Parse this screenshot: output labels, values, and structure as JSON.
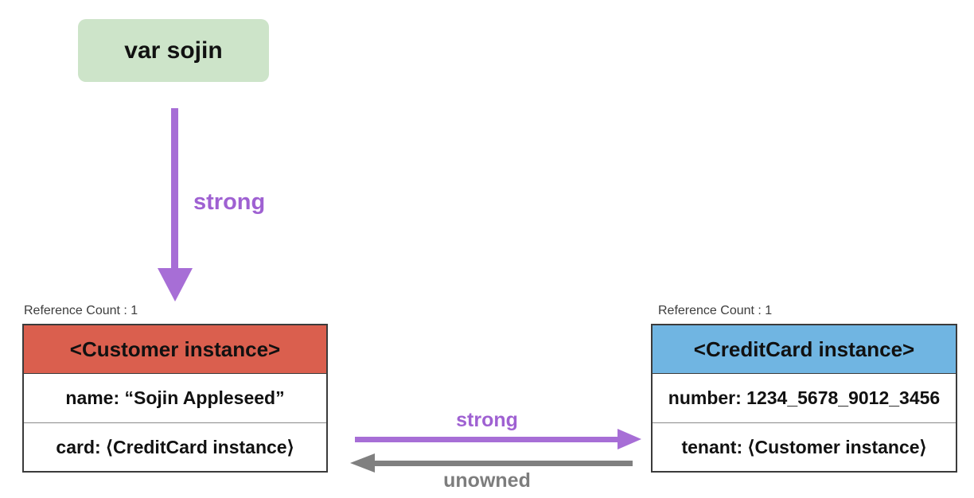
{
  "diagram": {
    "topic": "reference-counting-diagram",
    "colors": {
      "variable_box_bg": "#cde4c9",
      "customer_header_bg": "#da5f4e",
      "creditcard_header_bg": "#70b5e2",
      "strong_arrow": "#a76ed6",
      "strong_label": "#9f61d2",
      "unowned_arrow": "#808080",
      "table_border": "#3b3b3b"
    },
    "variable_box": {
      "label": "var sojin"
    },
    "arrows": {
      "var_to_customer": {
        "label": "strong",
        "direction": "down"
      },
      "customer_to_creditcard": {
        "label": "strong",
        "direction": "right"
      },
      "creditcard_to_customer": {
        "label": "unowned",
        "direction": "left"
      }
    },
    "customer": {
      "reference_count_label": "Reference Count : 1",
      "title": "<Customer instance>",
      "rows": [
        "name: “Sojin Appleseed”",
        "card: ⟨CreditCard instance⟩"
      ]
    },
    "creditcard": {
      "reference_count_label": "Reference Count : 1",
      "title": "<CreditCard instance>",
      "rows": [
        "number: 1234_5678_9012_3456",
        "tenant: ⟨Customer instance⟩"
      ]
    }
  }
}
